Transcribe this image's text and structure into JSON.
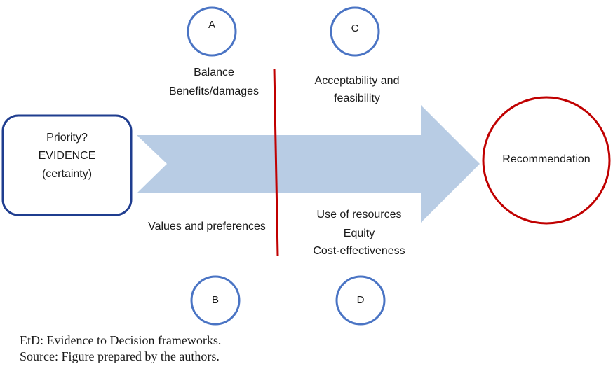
{
  "colors": {
    "arrow": "#b8cce4",
    "start_box_border": "#1f3d8f",
    "circle_border": "#4a74c4",
    "divider": "#c00000",
    "recommendation_border": "#c00000"
  },
  "start_box": {
    "line1": "Priority?",
    "line2": "EVIDENCE",
    "line3": "(certainty)"
  },
  "circles": {
    "a": "A",
    "b": "B",
    "c": "C",
    "d": "D"
  },
  "factors": {
    "balance": "Balance",
    "benefits": "Benefits/damages",
    "acceptability": "Acceptability and",
    "feasibility": "feasibility",
    "values": "Values and preferences",
    "resources": "Use of resources",
    "equity": "Equity",
    "cost": "Cost-effectiveness"
  },
  "recommendation": "Recommendation",
  "footnotes": {
    "etd": "EtD: Evidence to Decision frameworks.",
    "source": "Source: Figure prepared by the authors."
  }
}
